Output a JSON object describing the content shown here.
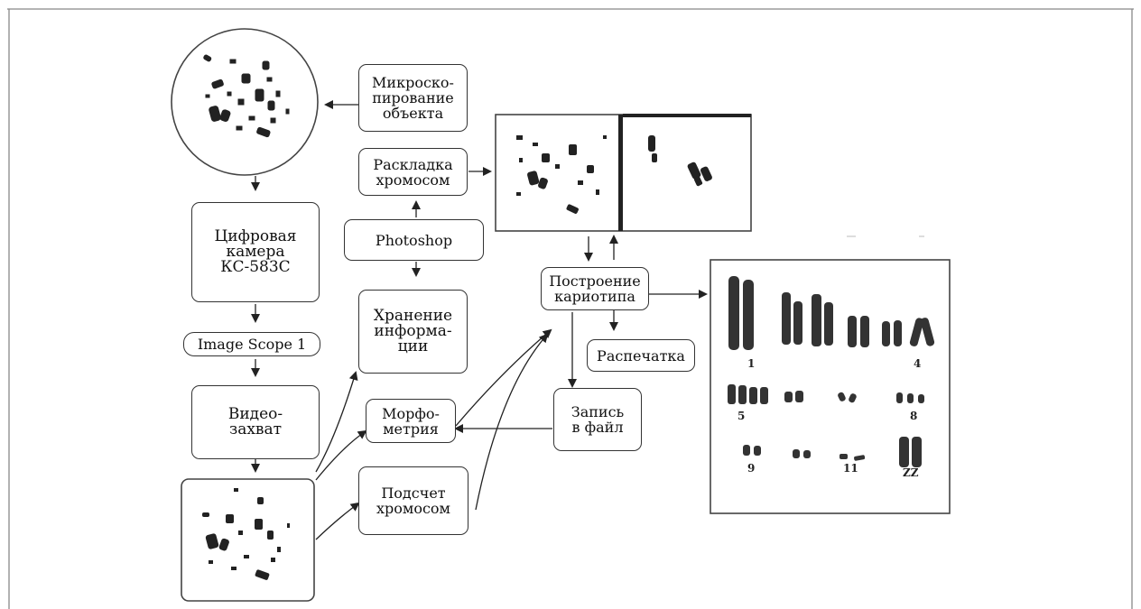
{
  "nodes": {
    "mikroskopirovanie": "Микроско-\nпирование\nобъекта",
    "tsifrovaya_kamera": "Цифровая\nкамера\nКС-583С",
    "image_scope": "Image Scope 1",
    "videozakhvat": "Видео-\nзахват",
    "khranenie": "Хранение\nинформа-\nции",
    "photoshop": "Photoshop",
    "raskladka": "Раскладка\nхромосом",
    "morfometriya": "Морфо-\nметрия",
    "podschet": "Подсчет\nхромосом",
    "postroenie": "Построение\nкариотипа",
    "raspechatka": "Распечатка",
    "zapis": "Запись\nв файл"
  },
  "karyotype_labels": [
    "1",
    "4",
    "5",
    "8",
    "9",
    "11",
    "ZZ"
  ]
}
